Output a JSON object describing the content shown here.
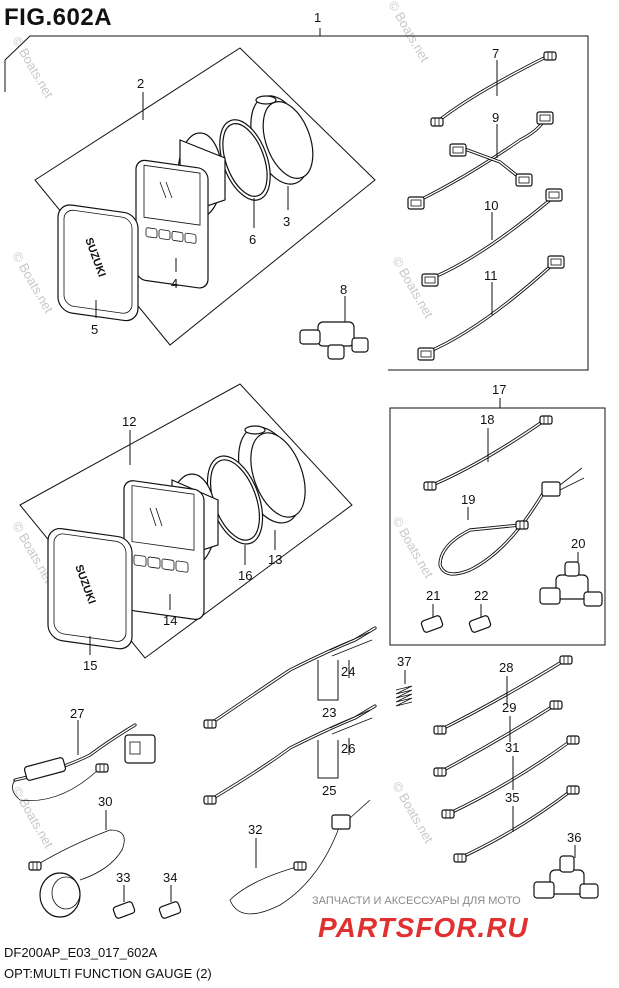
{
  "figure": {
    "title": "FIG.602A",
    "code": "DF200AP_E03_017_602A",
    "description": "OPT:MULTI FUNCTION GAUGE (2)"
  },
  "shop": {
    "caption": "ЗАПЧАСТИ И АКСЕССУАРЫ ДЛЯ МОТО",
    "logo": "PARTSFOR.RU"
  },
  "watermark": "© Boats.net",
  "callouts": [
    "1",
    "2",
    "3",
    "4",
    "5",
    "6",
    "7",
    "8",
    "9",
    "10",
    "11",
    "12",
    "13",
    "14",
    "15",
    "16",
    "17",
    "18",
    "19",
    "20",
    "21",
    "22",
    "23",
    "24",
    "25",
    "26",
    "27",
    "28",
    "29",
    "30",
    "31",
    "32",
    "33",
    "34",
    "35",
    "36",
    "37"
  ],
  "gauge_logo_text": "SUZUKI"
}
